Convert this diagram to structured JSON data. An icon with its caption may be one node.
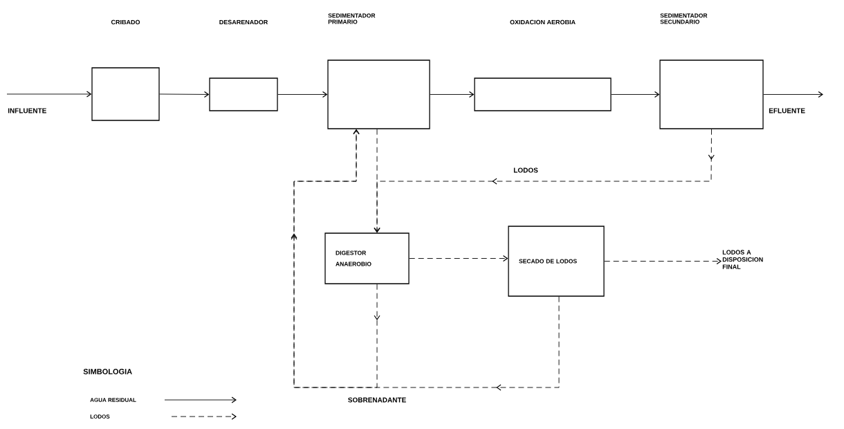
{
  "diagram": {
    "nodes": [
      {
        "text": [],
        "shape": "box"
      },
      {
        "text": [],
        "shape": "box"
      },
      {
        "text": [],
        "shape": "box"
      },
      {
        "text": [],
        "shape": "box"
      },
      {
        "text": [],
        "shape": "box"
      },
      {
        "text": [
          "DIGESTOR ANAEROBIO"
        ]
      },
      {
        "text": [
          "SECADO DE LODOS"
        ]
      },
      {
        "text": [
          "LODOS A DISPOSICION FINAL"
        ]
      }
    ],
    "edges": [
      {
        "from": null,
        "to": 0,
        "arrow": "to",
        "label": "INFLUENTE"
      },
      {
        "from": 0,
        "to": 1,
        "arrow": "to"
      },
      {
        "from": 1,
        "to": 2,
        "arrow": "to"
      },
      {
        "from": 2,
        "to": 3,
        "arrow": "to"
      },
      {
        "from": 3,
        "to": 4,
        "arrow": "to"
      },
      {
        "from": 4,
        "to": null,
        "arrow": "to",
        "label": "EFLUENTE"
      },
      {
        "from": 4,
        "to": 5,
        "arrow": "to",
        "style": "dashed",
        "label": "LODOS"
      },
      {
        "from": 2,
        "to": 5,
        "arrow": "to",
        "style": "dashed"
      },
      {
        "from": 5,
        "to": 6,
        "arrow": "to",
        "style": "dashed"
      },
      {
        "from": 6,
        "to": 7,
        "arrow": "to",
        "style": "dashed"
      },
      {
        "from": 5,
        "to": 2,
        "arrow": "to",
        "style": "dashed"
      },
      {
        "from": 6,
        "to": 2,
        "arrow": "to",
        "style": "dashed",
        "label": "SOBRENADANTE"
      }
    ],
    "labels": [
      "CRIBADO",
      "DESARENADOR",
      "SEDIMENTADOR PRIMARIO",
      "OXIDACION AEROBIA",
      "SEDIMENTADOR SECUNDARIO",
      "SIMBOLOGIA"
    ],
    "legend": [
      {
        "text": "AGUA RESIDUAL"
      },
      {
        "text": "LODOS"
      }
    ]
  }
}
